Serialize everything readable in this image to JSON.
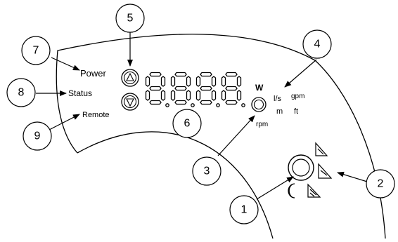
{
  "indicators": {
    "power": "Power",
    "status": "Status",
    "remote": "Remote"
  },
  "units": {
    "watt": "W",
    "lps": "l/s",
    "gpm": "gpm",
    "meter": "m",
    "feet": "ft",
    "rpm": "rpm"
  },
  "callouts": [
    "1",
    "2",
    "3",
    "4",
    "5",
    "6",
    "7",
    "8",
    "9"
  ],
  "display": {
    "digits": 4
  },
  "icons": {
    "up_button": "up-arrow-circle-icon",
    "down_button": "down-arrow-circle-icon",
    "unit_button": "unit-select-circle-icon",
    "mode_button": "mode-select-circle-icon",
    "curve_proportional": "proportional-pressure-curve-icon",
    "curve_constant": "constant-pressure-curve-icon",
    "curve_fixed": "fixed-curve-icon",
    "night_mode": "night-mode-moon-icon"
  }
}
